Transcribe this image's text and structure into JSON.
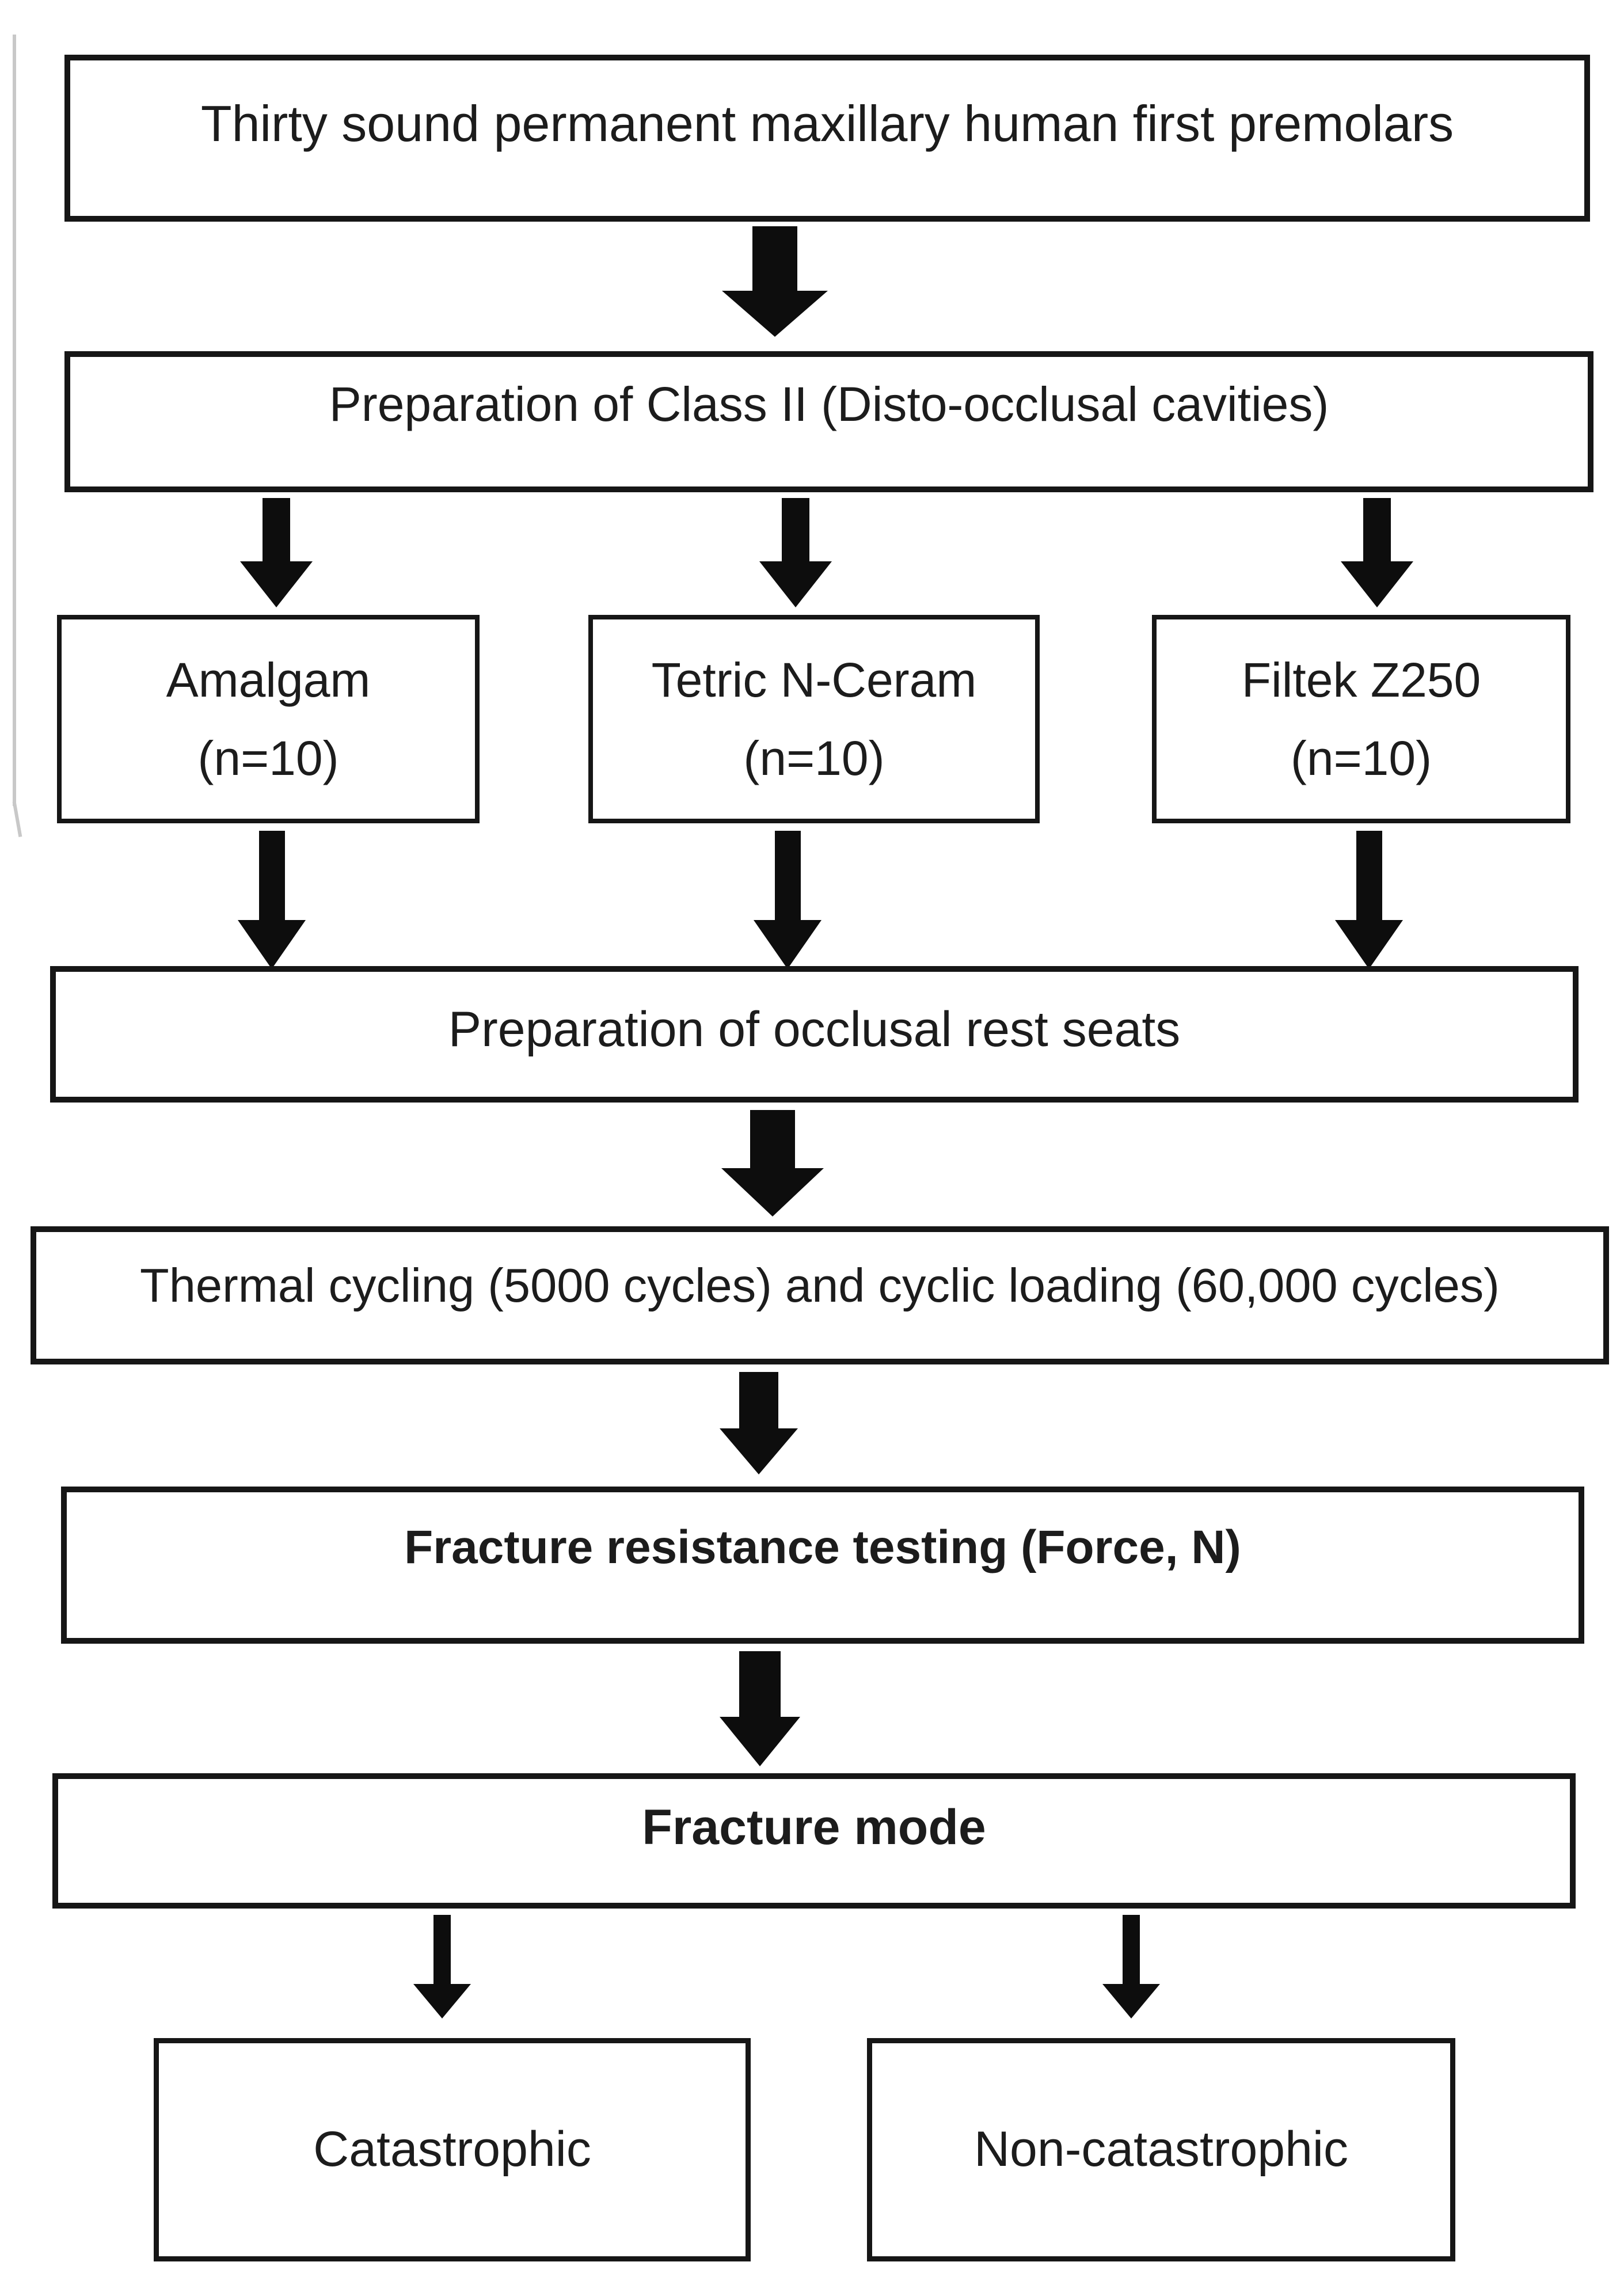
{
  "diagram": {
    "type": "flowchart",
    "nodes": {
      "premolars": "Thirty sound permanent maxillary human first premolars",
      "class2_prep": "Preparation of Class II (Disto-occlusal cavities)",
      "rest_seats": "Preparation of occlusal rest seats",
      "thermal_cycling": "Thermal cycling (5000 cycles) and cyclic loading (60,000 cycles)",
      "fracture_testing": "Fracture resistance testing (Force, N)",
      "fracture_mode": "Fracture mode"
    },
    "groups": [
      {
        "name": "Amalgam",
        "n": "(n=10)"
      },
      {
        "name": "Tetric N-Ceram",
        "n": "(n=10)"
      },
      {
        "name": "Filtek Z250",
        "n": "(n=10)"
      }
    ],
    "outcomes": [
      {
        "label": "Catastrophic"
      },
      {
        "label": "Non-catastrophic"
      }
    ],
    "colors": {
      "box_border": "#161616",
      "text": "#1c1c1c",
      "arrow": "#0d0d0d",
      "background": "#ffffff",
      "artifact_line": "#c8c8c8"
    }
  }
}
